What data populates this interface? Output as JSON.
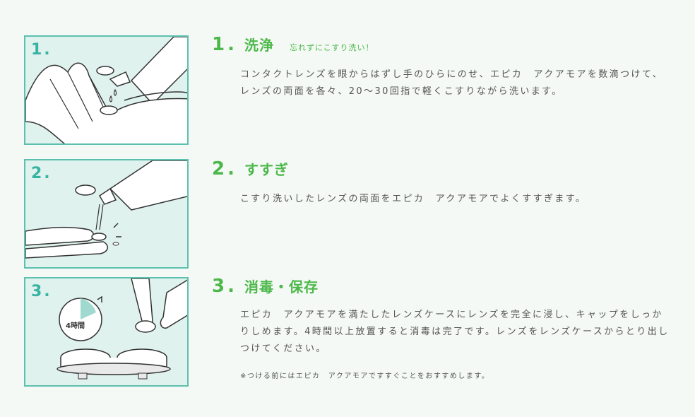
{
  "steps": [
    {
      "panel_num": "1.",
      "num": "1.",
      "title": "洗浄",
      "subtitle": "忘れずにこすり洗い！",
      "body": "コンタクトレンズを眼からはずし手のひらにのせ、エピカ　アクアモアを数滴つけて、レンズの両面を各々、20〜30回指で軽くこすりながら洗います。",
      "icon": "hand-washing-lens-illustration"
    },
    {
      "panel_num": "2.",
      "num": "2.",
      "title": "すすぎ",
      "body": "こすり洗いしたレンズの両面をエピカ　アクアモアでよくすすぎます。",
      "icon": "rinsing-lens-illustration"
    },
    {
      "panel_num": "3.",
      "num": "3.",
      "title": "消毒・保存",
      "body": "エピカ　アクアモアを満たしたレンズケースにレンズを完全に浸し、キャップをしっかりしめます。4時間以上放置すると消毒は完了です。レンズをレンズケースからとり出しつけてください。",
      "note": "※つける前にはエピカ　アクアモアですすぐことをおすすめします。",
      "clock_label": "4時間",
      "icon": "lens-case-illustration"
    }
  ],
  "colors": {
    "accent_green": "#4db84a",
    "panel_border": "#5cc0ae",
    "panel_fill": "#dff2ee",
    "background": "#f4f9f5"
  }
}
